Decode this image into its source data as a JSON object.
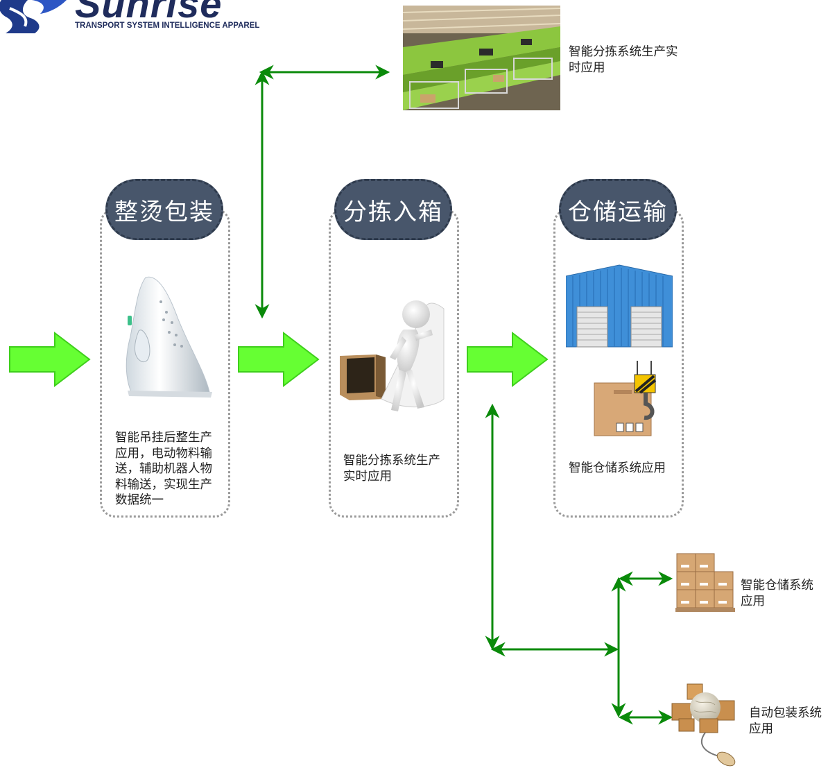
{
  "logo": {
    "word": "Sunrise",
    "tagline": "TRANSPORT SYSTEM INTELLIGENCE APPAREL"
  },
  "stages": [
    {
      "title": "整烫包装",
      "description": "智能吊挂后整生产应用，电动物料输送，辅助机器人物料输送，实现生产数据统一",
      "icon": "iron-icon"
    },
    {
      "title": "分拣入箱",
      "description": "智能分拣系统生产实时应用",
      "icon": "sorting-worker-icon"
    },
    {
      "title": "仓储运输",
      "description": "智能仓储系统应用",
      "icon": "warehouse-icon"
    }
  ],
  "top_note": "智能分拣系统生产实时应用",
  "branch_notes": [
    {
      "label": "智能仓储系统应用",
      "icon": "stacked-boxes-icon"
    },
    {
      "label": "自动包装系统应用",
      "icon": "packaging-globe-icon"
    }
  ],
  "colors": {
    "flow_arrow": "#66ff33",
    "connector": "#0a8a0a",
    "pill": "#48566b",
    "logo": "#1f2c5c"
  }
}
